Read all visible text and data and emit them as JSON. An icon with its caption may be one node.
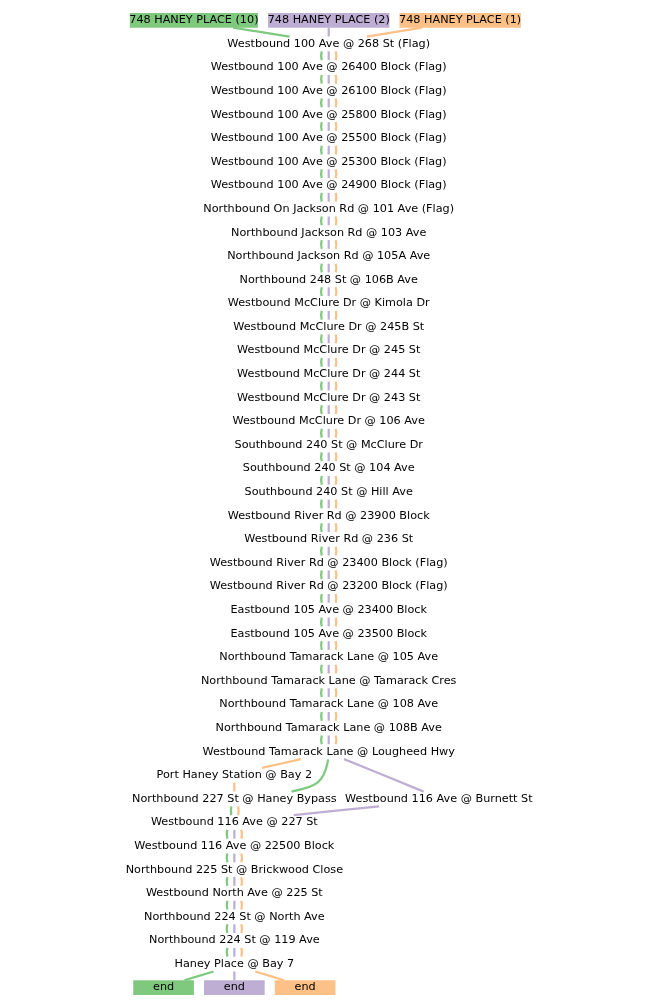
{
  "diagram": {
    "nodes": [
      {
        "text": [
          "748 HANEY PLACE (10)"
        ]
      },
      {
        "text": [
          "748 HANEY PLACE (2)"
        ]
      },
      {
        "text": [
          "748 HANEY PLACE (1)"
        ]
      },
      {
        "text": [
          "Westbound 100 Ave @ 268 St (Flag)"
        ]
      },
      {
        "text": [
          "Westbound 100 Ave @ 26400 Block (Flag)"
        ]
      },
      {
        "text": [
          "Westbound 100 Ave @ 26100 Block (Flag)"
        ]
      },
      {
        "text": [
          "Westbound 100 Ave @ 25800 Block (Flag)"
        ]
      },
      {
        "text": [
          "Westbound 100 Ave @ 25500 Block (Flag)"
        ]
      },
      {
        "text": [
          "Westbound 100 Ave @ 25300 Block (Flag)"
        ]
      },
      {
        "text": [
          "Westbound 100 Ave @ 24900 Block (Flag)"
        ]
      },
      {
        "text": [
          "Northbound On Jackson Rd @ 101 Ave (Flag)"
        ]
      },
      {
        "text": [
          "Northbound Jackson Rd @ 103 Ave"
        ]
      },
      {
        "text": [
          "Northbound Jackson Rd @ 105A Ave"
        ]
      },
      {
        "text": [
          "Northbound 248 St @ 106B Ave"
        ]
      },
      {
        "text": [
          "Westbound McClure Dr @ Kimola Dr"
        ]
      },
      {
        "text": [
          "Westbound McClure Dr @ 245B St"
        ]
      },
      {
        "text": [
          "Westbound McClure Dr @ 245 St"
        ]
      },
      {
        "text": [
          "Westbound McClure Dr @ 244 St"
        ]
      },
      {
        "text": [
          "Westbound McClure Dr @ 243 St"
        ]
      },
      {
        "text": [
          "Westbound McClure Dr @ 106 Ave"
        ]
      },
      {
        "text": [
          "Southbound 240 St @ McClure Dr"
        ]
      },
      {
        "text": [
          "Southbound 240 St @ 104 Ave"
        ]
      },
      {
        "text": [
          "Southbound 240 St @ Hill Ave"
        ]
      },
      {
        "text": [
          "Westbound River Rd @ 23900 Block"
        ]
      },
      {
        "text": [
          "Westbound River Rd @ 236 St"
        ]
      },
      {
        "text": [
          "Westbound River Rd @ 23400 Block (Flag)"
        ]
      },
      {
        "text": [
          "Westbound River Rd @ 23200 Block (Flag)"
        ]
      },
      {
        "text": [
          "Eastbound 105 Ave @ 23400 Block"
        ]
      },
      {
        "text": [
          "Eastbound 105 Ave @ 23500 Block"
        ]
      },
      {
        "text": [
          "Northbound Tamarack Lane @ 105 Ave"
        ]
      },
      {
        "text": [
          "Northbound Tamarack Lane @ Tamarack Cres"
        ]
      },
      {
        "text": [
          "Northbound Tamarack Lane @ 108 Ave"
        ]
      },
      {
        "text": [
          "Northbound Tamarack Lane @ 108B Ave"
        ]
      },
      {
        "text": [
          "Westbound Tamarack Lane @ Lougheed Hwy"
        ]
      },
      {
        "text": [
          "Port Haney Station @ Bay 2"
        ]
      },
      {
        "text": [
          "Northbound 227 St @ Haney Bypass"
        ]
      },
      {
        "text": [
          "Westbound 116 Ave @ Burnett St"
        ]
      },
      {
        "text": [
          "Westbound 116 Ave @ 227 St"
        ]
      },
      {
        "text": [
          "Westbound 116 Ave @ 22500 Block"
        ]
      },
      {
        "text": [
          "Northbound 225 St @ Brickwood Close"
        ]
      },
      {
        "text": [
          "Westbound North Ave @ 225 St"
        ]
      },
      {
        "text": [
          "Northbound 224 St @ North Ave"
        ]
      },
      {
        "text": [
          "Northbound 224 St @ 119 Ave"
        ]
      },
      {
        "text": [
          "Haney Place @ Bay 7"
        ]
      },
      {
        "text": [
          "end"
        ]
      },
      {
        "text": [
          "end"
        ]
      },
      {
        "text": [
          "end"
        ]
      }
    ],
    "edges": [
      {
        "from": 0,
        "to": 3,
        "arrow": "none",
        "color": "#7fc97f"
      },
      {
        "from": 1,
        "to": 3,
        "arrow": "none",
        "color": "#beaed4"
      },
      {
        "from": 2,
        "to": 3,
        "arrow": "none",
        "color": "#fdc086"
      },
      {
        "from": 3,
        "to": 4,
        "arrow": "none",
        "color": "#7fc97f"
      },
      {
        "from": 3,
        "to": 4,
        "arrow": "none",
        "color": "#beaed4"
      },
      {
        "from": 3,
        "to": 4,
        "arrow": "none",
        "color": "#fdc086"
      },
      {
        "from": 4,
        "to": 5,
        "arrow": "none",
        "color": "#7fc97f"
      },
      {
        "from": 4,
        "to": 5,
        "arrow": "none",
        "color": "#beaed4"
      },
      {
        "from": 4,
        "to": 5,
        "arrow": "none",
        "color": "#fdc086"
      },
      {
        "from": 5,
        "to": 6,
        "arrow": "none",
        "color": "#7fc97f"
      },
      {
        "from": 5,
        "to": 6,
        "arrow": "none",
        "color": "#beaed4"
      },
      {
        "from": 5,
        "to": 6,
        "arrow": "none",
        "color": "#fdc086"
      },
      {
        "from": 6,
        "to": 7,
        "arrow": "none",
        "color": "#7fc97f"
      },
      {
        "from": 6,
        "to": 7,
        "arrow": "none",
        "color": "#beaed4"
      },
      {
        "from": 6,
        "to": 7,
        "arrow": "none",
        "color": "#fdc086"
      },
      {
        "from": 7,
        "to": 8,
        "arrow": "none",
        "color": "#7fc97f"
      },
      {
        "from": 7,
        "to": 8,
        "arrow": "none",
        "color": "#beaed4"
      },
      {
        "from": 7,
        "to": 8,
        "arrow": "none",
        "color": "#fdc086"
      },
      {
        "from": 8,
        "to": 9,
        "arrow": "none",
        "color": "#7fc97f"
      },
      {
        "from": 8,
        "to": 9,
        "arrow": "none",
        "color": "#beaed4"
      },
      {
        "from": 8,
        "to": 9,
        "arrow": "none",
        "color": "#fdc086"
      },
      {
        "from": 9,
        "to": 10,
        "arrow": "none",
        "color": "#7fc97f"
      },
      {
        "from": 9,
        "to": 10,
        "arrow": "none",
        "color": "#beaed4"
      },
      {
        "from": 9,
        "to": 10,
        "arrow": "none",
        "color": "#fdc086"
      },
      {
        "from": 10,
        "to": 11,
        "arrow": "none",
        "color": "#7fc97f"
      },
      {
        "from": 10,
        "to": 11,
        "arrow": "none",
        "color": "#beaed4"
      },
      {
        "from": 10,
        "to": 11,
        "arrow": "none",
        "color": "#fdc086"
      },
      {
        "from": 11,
        "to": 12,
        "arrow": "none",
        "color": "#7fc97f"
      },
      {
        "from": 11,
        "to": 12,
        "arrow": "none",
        "color": "#beaed4"
      },
      {
        "from": 11,
        "to": 12,
        "arrow": "none",
        "color": "#fdc086"
      },
      {
        "from": 12,
        "to": 13,
        "arrow": "none",
        "color": "#7fc97f"
      },
      {
        "from": 12,
        "to": 13,
        "arrow": "none",
        "color": "#beaed4"
      },
      {
        "from": 12,
        "to": 13,
        "arrow": "none",
        "color": "#fdc086"
      },
      {
        "from": 13,
        "to": 14,
        "arrow": "none",
        "color": "#7fc97f"
      },
      {
        "from": 13,
        "to": 14,
        "arrow": "none",
        "color": "#beaed4"
      },
      {
        "from": 13,
        "to": 14,
        "arrow": "none",
        "color": "#fdc086"
      },
      {
        "from": 14,
        "to": 15,
        "arrow": "none",
        "color": "#7fc97f"
      },
      {
        "from": 14,
        "to": 15,
        "arrow": "none",
        "color": "#beaed4"
      },
      {
        "from": 14,
        "to": 15,
        "arrow": "none",
        "color": "#fdc086"
      },
      {
        "from": 15,
        "to": 16,
        "arrow": "none",
        "color": "#7fc97f"
      },
      {
        "from": 15,
        "to": 16,
        "arrow": "none",
        "color": "#beaed4"
      },
      {
        "from": 15,
        "to": 16,
        "arrow": "none",
        "color": "#fdc086"
      },
      {
        "from": 16,
        "to": 17,
        "arrow": "none",
        "color": "#7fc97f"
      },
      {
        "from": 16,
        "to": 17,
        "arrow": "none",
        "color": "#beaed4"
      },
      {
        "from": 16,
        "to": 17,
        "arrow": "none",
        "color": "#fdc086"
      },
      {
        "from": 17,
        "to": 18,
        "arrow": "none",
        "color": "#7fc97f"
      },
      {
        "from": 17,
        "to": 18,
        "arrow": "none",
        "color": "#beaed4"
      },
      {
        "from": 17,
        "to": 18,
        "arrow": "none",
        "color": "#fdc086"
      },
      {
        "from": 18,
        "to": 19,
        "arrow": "none",
        "color": "#7fc97f"
      },
      {
        "from": 18,
        "to": 19,
        "arrow": "none",
        "color": "#beaed4"
      },
      {
        "from": 18,
        "to": 19,
        "arrow": "none",
        "color": "#fdc086"
      },
      {
        "from": 19,
        "to": 20,
        "arrow": "none",
        "color": "#7fc97f"
      },
      {
        "from": 19,
        "to": 20,
        "arrow": "none",
        "color": "#beaed4"
      },
      {
        "from": 19,
        "to": 20,
        "arrow": "none",
        "color": "#fdc086"
      },
      {
        "from": 20,
        "to": 21,
        "arrow": "none",
        "color": "#7fc97f"
      },
      {
        "from": 20,
        "to": 21,
        "arrow": "none",
        "color": "#beaed4"
      },
      {
        "from": 20,
        "to": 21,
        "arrow": "none",
        "color": "#fdc086"
      },
      {
        "from": 21,
        "to": 22,
        "arrow": "none",
        "color": "#7fc97f"
      },
      {
        "from": 21,
        "to": 22,
        "arrow": "none",
        "color": "#beaed4"
      },
      {
        "from": 21,
        "to": 22,
        "arrow": "none",
        "color": "#fdc086"
      },
      {
        "from": 22,
        "to": 23,
        "arrow": "none",
        "color": "#7fc97f"
      },
      {
        "from": 22,
        "to": 23,
        "arrow": "none",
        "color": "#beaed4"
      },
      {
        "from": 22,
        "to": 23,
        "arrow": "none",
        "color": "#fdc086"
      },
      {
        "from": 23,
        "to": 24,
        "arrow": "none",
        "color": "#7fc97f"
      },
      {
        "from": 23,
        "to": 24,
        "arrow": "none",
        "color": "#beaed4"
      },
      {
        "from": 23,
        "to": 24,
        "arrow": "none",
        "color": "#fdc086"
      },
      {
        "from": 24,
        "to": 25,
        "arrow": "none",
        "color": "#7fc97f"
      },
      {
        "from": 24,
        "to": 25,
        "arrow": "none",
        "color": "#beaed4"
      },
      {
        "from": 24,
        "to": 25,
        "arrow": "none",
        "color": "#fdc086"
      },
      {
        "from": 25,
        "to": 26,
        "arrow": "none",
        "color": "#7fc97f"
      },
      {
        "from": 25,
        "to": 26,
        "arrow": "none",
        "color": "#beaed4"
      },
      {
        "from": 25,
        "to": 26,
        "arrow": "none",
        "color": "#fdc086"
      },
      {
        "from": 26,
        "to": 27,
        "arrow": "none",
        "color": "#7fc97f"
      },
      {
        "from": 26,
        "to": 27,
        "arrow": "none",
        "color": "#beaed4"
      },
      {
        "from": 26,
        "to": 27,
        "arrow": "none",
        "color": "#fdc086"
      },
      {
        "from": 27,
        "to": 28,
        "arrow": "none",
        "color": "#7fc97f"
      },
      {
        "from": 27,
        "to": 28,
        "arrow": "none",
        "color": "#beaed4"
      },
      {
        "from": 27,
        "to": 28,
        "arrow": "none",
        "color": "#fdc086"
      },
      {
        "from": 28,
        "to": 29,
        "arrow": "none",
        "color": "#7fc97f"
      },
      {
        "from": 28,
        "to": 29,
        "arrow": "none",
        "color": "#beaed4"
      },
      {
        "from": 28,
        "to": 29,
        "arrow": "none",
        "color": "#fdc086"
      },
      {
        "from": 29,
        "to": 30,
        "arrow": "none",
        "color": "#7fc97f"
      },
      {
        "from": 29,
        "to": 30,
        "arrow": "none",
        "color": "#beaed4"
      },
      {
        "from": 29,
        "to": 30,
        "arrow": "none",
        "color": "#fdc086"
      },
      {
        "from": 30,
        "to": 31,
        "arrow": "none",
        "color": "#7fc97f"
      },
      {
        "from": 30,
        "to": 31,
        "arrow": "none",
        "color": "#beaed4"
      },
      {
        "from": 30,
        "to": 31,
        "arrow": "none",
        "color": "#fdc086"
      },
      {
        "from": 31,
        "to": 32,
        "arrow": "none",
        "color": "#7fc97f"
      },
      {
        "from": 31,
        "to": 32,
        "arrow": "none",
        "color": "#beaed4"
      },
      {
        "from": 31,
        "to": 32,
        "arrow": "none",
        "color": "#fdc086"
      },
      {
        "from": 32,
        "to": 33,
        "arrow": "none",
        "color": "#7fc97f"
      },
      {
        "from": 32,
        "to": 33,
        "arrow": "none",
        "color": "#beaed4"
      },
      {
        "from": 32,
        "to": 33,
        "arrow": "none",
        "color": "#fdc086"
      },
      {
        "from": 33,
        "to": 35,
        "arrow": "none",
        "color": "#7fc97f"
      },
      {
        "from": 33,
        "to": 36,
        "arrow": "none",
        "color": "#beaed4"
      },
      {
        "from": 33,
        "to": 34,
        "arrow": "none",
        "color": "#fdc086"
      },
      {
        "from": 34,
        "to": 35,
        "arrow": "none",
        "color": "#fdc086"
      },
      {
        "from": 35,
        "to": 37,
        "arrow": "none",
        "color": "#7fc97f"
      },
      {
        "from": 36,
        "to": 37,
        "arrow": "none",
        "color": "#beaed4"
      },
      {
        "from": 35,
        "to": 37,
        "arrow": "none",
        "color": "#fdc086"
      },
      {
        "from": 37,
        "to": 38,
        "arrow": "none",
        "color": "#7fc97f"
      },
      {
        "from": 37,
        "to": 38,
        "arrow": "none",
        "color": "#beaed4"
      },
      {
        "from": 37,
        "to": 38,
        "arrow": "none",
        "color": "#fdc086"
      },
      {
        "from": 38,
        "to": 39,
        "arrow": "none",
        "color": "#7fc97f"
      },
      {
        "from": 38,
        "to": 39,
        "arrow": "none",
        "color": "#beaed4"
      },
      {
        "from": 38,
        "to": 39,
        "arrow": "none",
        "color": "#fdc086"
      },
      {
        "from": 39,
        "to": 40,
        "arrow": "none",
        "color": "#7fc97f"
      },
      {
        "from": 39,
        "to": 40,
        "arrow": "none",
        "color": "#beaed4"
      },
      {
        "from": 39,
        "to": 40,
        "arrow": "none",
        "color": "#fdc086"
      },
      {
        "from": 40,
        "to": 41,
        "arrow": "none",
        "color": "#7fc97f"
      },
      {
        "from": 40,
        "to": 41,
        "arrow": "none",
        "color": "#beaed4"
      },
      {
        "from": 40,
        "to": 41,
        "arrow": "none",
        "color": "#fdc086"
      },
      {
        "from": 41,
        "to": 42,
        "arrow": "none",
        "color": "#7fc97f"
      },
      {
        "from": 41,
        "to": 42,
        "arrow": "none",
        "color": "#beaed4"
      },
      {
        "from": 41,
        "to": 42,
        "arrow": "none",
        "color": "#fdc086"
      },
      {
        "from": 42,
        "to": 43,
        "arrow": "none",
        "color": "#7fc97f"
      },
      {
        "from": 42,
        "to": 43,
        "arrow": "none",
        "color": "#beaed4"
      },
      {
        "from": 42,
        "to": 43,
        "arrow": "none",
        "color": "#fdc086"
      },
      {
        "from": 43,
        "to": 44,
        "arrow": "none",
        "color": "#7fc97f"
      },
      {
        "from": 43,
        "to": 45,
        "arrow": "none",
        "color": "#beaed4"
      },
      {
        "from": 43,
        "to": 46,
        "arrow": "none",
        "color": "#fdc086"
      }
    ]
  }
}
